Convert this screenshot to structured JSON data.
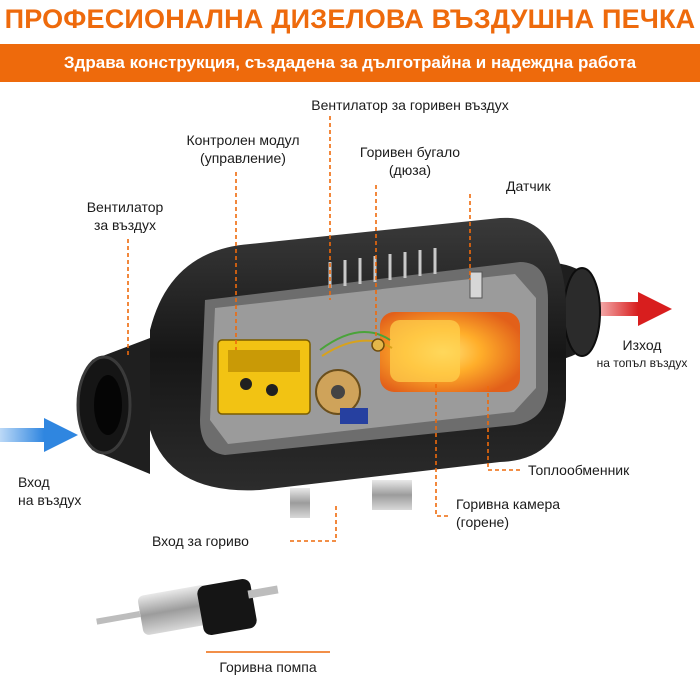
{
  "header": {
    "title": "ПРОФЕСИОНАЛНА ДИЗЕЛОВА ВЪЗДУШНА ПЕЧКА",
    "subtitle": "Здрава конструкция, създадена за дълготрайна и надеждна работа"
  },
  "labels": {
    "combustion_fan": "Вентилатор за горивен въздух",
    "control_module_1": "Контролен модул",
    "control_module_2": "(управление)",
    "nozzle_1": "Горивен бугало",
    "nozzle_2": "(дюза)",
    "sensor": "Датчик",
    "air_fan_1": "Вентилатор",
    "air_fan_2": "за въздух",
    "outlet_1": "Изход",
    "outlet_2": "на топъл въздух",
    "inlet_1": "Вход",
    "inlet_2": "на въздух",
    "heat_exchanger": "Топлообменник",
    "chamber_1": "Горивна камера",
    "chamber_2": "(горене)",
    "fuel_inlet": "Вход за гориво",
    "fuel_pump": "Горивна помпа"
  },
  "colors": {
    "accent": "#ee6a0c",
    "inlet_arrow": "#2f86e0",
    "outlet_arrow": "#d81e1e",
    "body": "#1c1c1c",
    "flame": "#ff9a1a"
  }
}
